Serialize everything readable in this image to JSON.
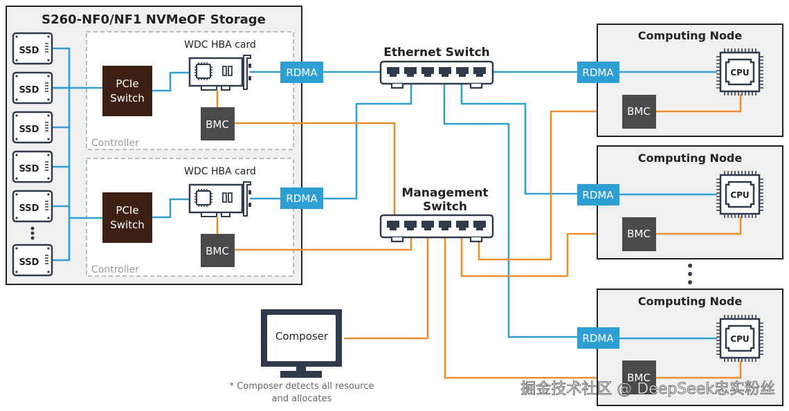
{
  "colors": {
    "rdma_link": "#2f9fd3",
    "mgmt_link": "#e8902c",
    "rdma_box": "#2f9fd3",
    "bmc_box": "#4a4a4a",
    "pcie_box": "#3d1f14",
    "outline": "#2f3a4a",
    "panel_bg": "#f0f0f0"
  },
  "storage": {
    "title": "S260-NF0/NF1 NVMeOF Storage",
    "ssd_label": "SSD",
    "ssd_count_visible": 6,
    "ellipsis_icon": "vertical-ellipsis-icon",
    "controllers": [
      {
        "label": "Controller",
        "hba_label": "WDC HBA card",
        "pcie_label_1": "PCIe",
        "pcie_label_2": "Switch",
        "rdma_label": "RDMA",
        "bmc_label": "BMC"
      },
      {
        "label": "Controller",
        "hba_label": "WDC HBA card",
        "pcie_label_1": "PCIe",
        "pcie_label_2": "Switch",
        "rdma_label": "RDMA",
        "bmc_label": "BMC"
      }
    ]
  },
  "ethernet_switch": {
    "label": "Ethernet Switch",
    "ports": 6,
    "icon": "network-switch-icon"
  },
  "management_switch": {
    "label_1": "Management",
    "label_2": "Switch",
    "ports": 6,
    "icon": "network-switch-icon"
  },
  "computing_nodes": [
    {
      "title": "Computing Node",
      "rdma_label": "RDMA",
      "bmc_label": "BMC",
      "cpu_label": "CPU"
    },
    {
      "title": "Computing Node",
      "rdma_label": "RDMA",
      "bmc_label": "BMC",
      "cpu_label": "CPU"
    },
    {
      "title": "Computing Node",
      "rdma_label": "RDMA",
      "bmc_label": "BMC",
      "cpu_label": "CPU"
    }
  ],
  "composer": {
    "label": "Composer",
    "icon": "monitor-icon",
    "note_1": "* Composer detects all resource",
    "note_2": "and allocates"
  },
  "watermark": "掘金技术社区 @ DeepSeek忠实粉丝"
}
